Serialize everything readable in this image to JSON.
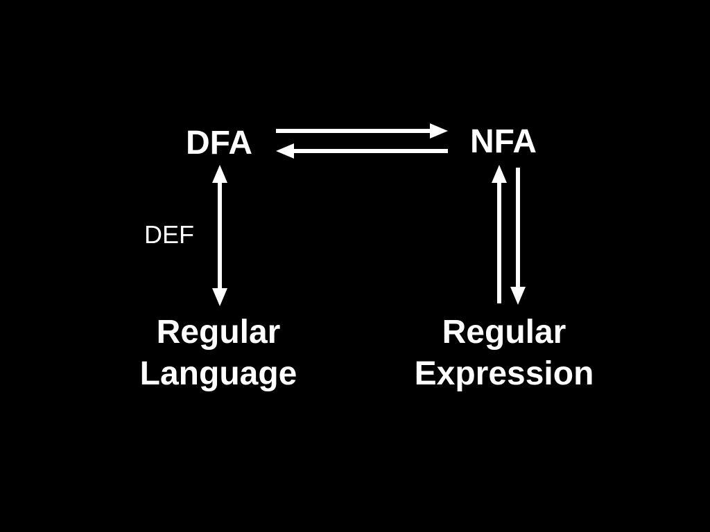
{
  "diagram": {
    "nodes": {
      "dfa": "DFA",
      "nfa": "NFA",
      "regular_language": [
        "Regular",
        "Language"
      ],
      "regular_expression": [
        "Regular",
        "Expression"
      ]
    },
    "edges": [
      {
        "from": "DFA",
        "to": "NFA",
        "label": ""
      },
      {
        "from": "NFA",
        "to": "DFA",
        "label": ""
      },
      {
        "from": "DFA",
        "to": "Regular Language",
        "label": "DEF",
        "bidirectional": true
      },
      {
        "from": "Regular Expression",
        "to": "NFA",
        "label": ""
      },
      {
        "from": "NFA",
        "to": "Regular Expression",
        "label": ""
      }
    ],
    "edge_label_def": "DEF"
  },
  "colors": {
    "background": "#000000",
    "foreground": "#ffffff"
  }
}
